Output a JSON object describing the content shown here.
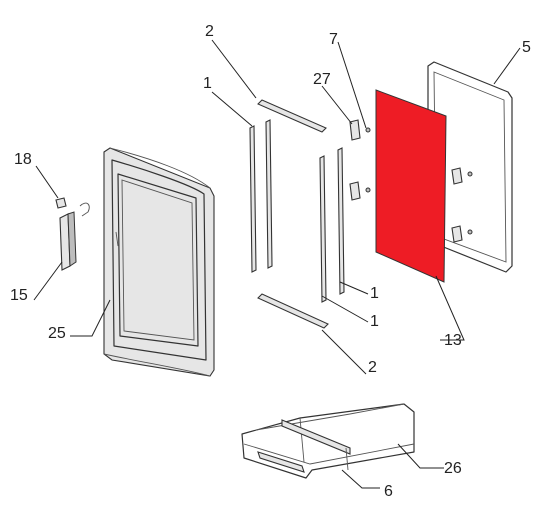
{
  "labels": {
    "l2_top": "2",
    "l7": "7",
    "l5": "5",
    "l27": "27",
    "l1_left": "1",
    "l18": "18",
    "l15": "15",
    "l25": "25",
    "l1_right_a": "1",
    "l1_right_b": "1",
    "l13": "13",
    "l2_bottom": "2",
    "l26": "26",
    "l6": "6"
  },
  "colors": {
    "highlight": "#ee1c25",
    "line": "#333333",
    "background": "#ffffff"
  }
}
